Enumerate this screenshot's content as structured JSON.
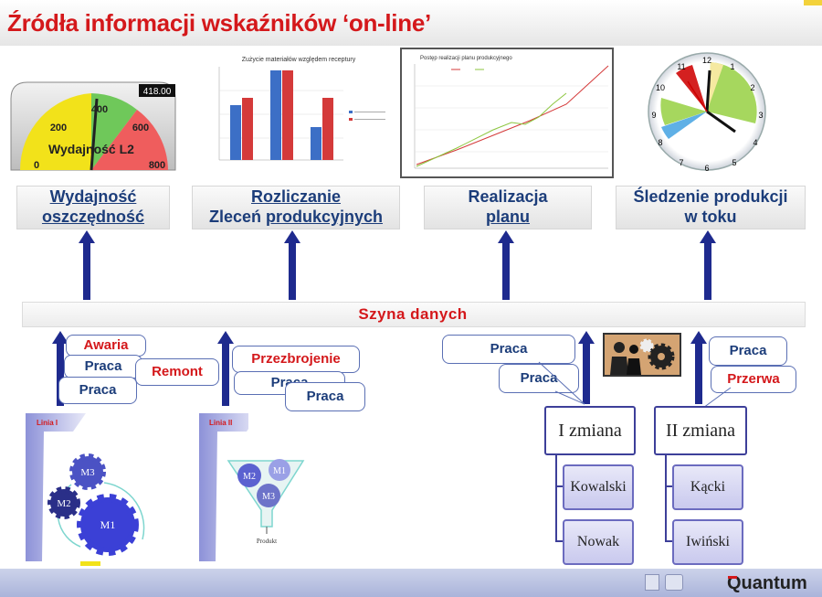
{
  "title": "Źródła informacji wskaźników ‘on-line’",
  "gauge": {
    "display": "418.00",
    "label": "Wydajność L2",
    "ticks": [
      "0",
      "200",
      "400",
      "600",
      "800"
    ]
  },
  "bar_chart": {
    "title": "Zużycie materiałów względem receptury"
  },
  "line_chart": {
    "title": "Postęp realizacji planu produkcyjnego"
  },
  "clock": {
    "numbers": [
      "12",
      "1",
      "2",
      "3",
      "4",
      "5",
      "6",
      "7",
      "8",
      "9",
      "10",
      "11"
    ]
  },
  "captions": {
    "c1_line1": "Wydajność",
    "c1_line2": "oszczędność",
    "c2_line1": "Rozliczanie",
    "c2_line2a": "Zleceń ",
    "c2_line2b": "produkcyjnych",
    "c3_line1": "Realizacja",
    "c3_line2": "planu",
    "c4_line1": "Śledzenie produkcji",
    "c4_line2": "w toku"
  },
  "bus": "Szyna danych",
  "left_bubbles": {
    "awaria": "Awaria",
    "praca1": "Praca",
    "praca2": "Praca",
    "remont": "Remont",
    "przezbrojenie": "Przezbrojenie",
    "praca3": "Praca",
    "praca4": "Praca"
  },
  "lines": {
    "linia1": "Linia I",
    "linia2": "Linia II"
  },
  "machines": {
    "m1": "M1",
    "m2": "M2",
    "m3": "M3",
    "p_m1": "M1",
    "p_m2": "M2",
    "p_m3": "M3",
    "produkt": "Produkt"
  },
  "right_bubbles": {
    "praca_a": "Praca",
    "praca_b": "Praca",
    "praca_c": "Praca",
    "przerwa": "Przerwa"
  },
  "shifts": {
    "zmiana1": "I zmiana",
    "zmiana2": "II zmiana",
    "kowalski": "Kowalski",
    "nowak": "Nowak",
    "kacki": "Kącki",
    "iwinski": "Iwiński"
  },
  "footer": {
    "logo": "Quantum"
  },
  "colors": {
    "accent_red": "#d4181b",
    "arrow_blue": "#1e2a8e",
    "text_blue": "#1c3d7a"
  }
}
